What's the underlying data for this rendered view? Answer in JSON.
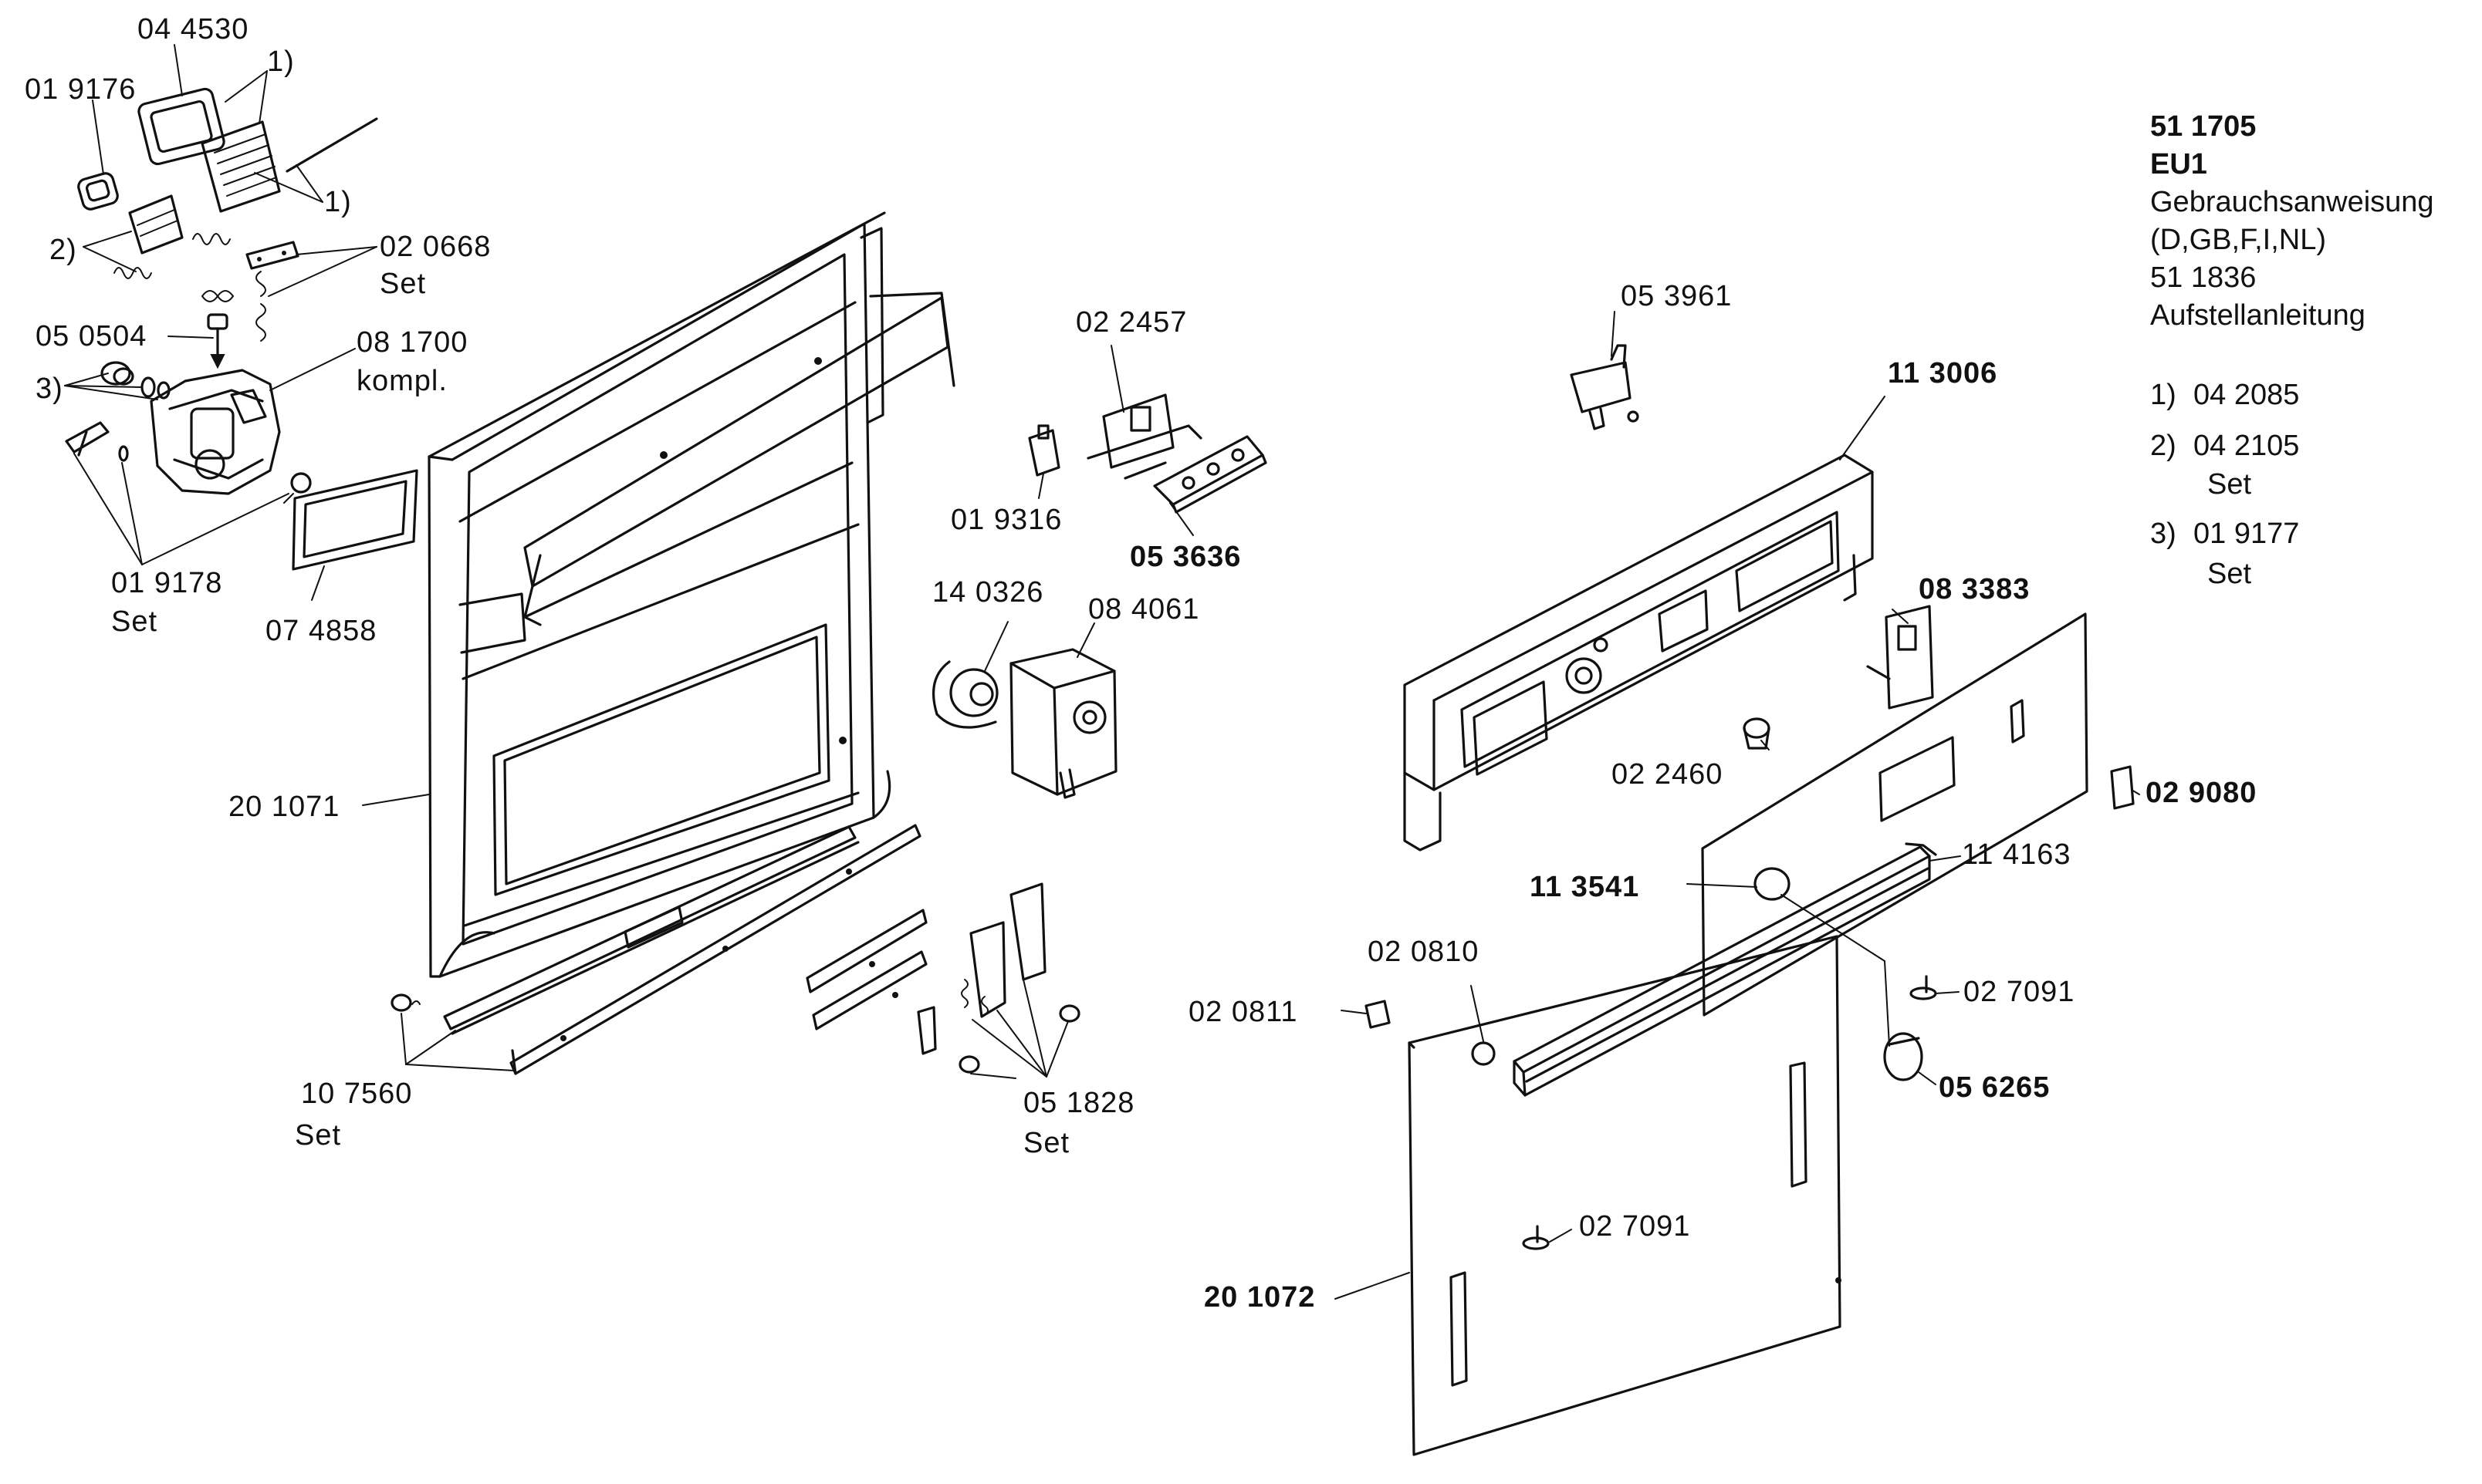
{
  "parts": {
    "p_044530": "04 4530",
    "p_019176": "01 9176",
    "fn1_top": "1)",
    "fn1_mid": "1)",
    "fn2_left": "2)",
    "p_020668": "02 0668",
    "p_020668_set": "Set",
    "p_050504": "05 0504",
    "p_081700": "08 1700",
    "p_081700_kompl": "kompl.",
    "fn3_left": "3)",
    "p_019178": "01 9178",
    "p_019178_set": "Set",
    "p_074858": "07 4858",
    "p_201071": "20 1071",
    "p_107560": "10 7560",
    "p_107560_set": "Set",
    "p_022457": "02 2457",
    "p_019316": "01 9316",
    "p_053636": "05 3636",
    "p_140326": "14 0326",
    "p_084061": "08 4061",
    "p_051828": "05 1828",
    "p_051828_set": "Set",
    "p_053961": "05 3961",
    "p_113006": "11 3006",
    "p_083383": "08 3383",
    "p_022460": "02 2460",
    "p_029080": "02 9080",
    "p_113541": "11 3541",
    "p_114163": "11 4163",
    "p_020810": "02 0810",
    "p_020811": "02 0811",
    "p_027091_a": "02 7091",
    "p_056265": "05 6265",
    "p_027091_b": "02 7091",
    "p_201072": "20 1072"
  },
  "legend": {
    "model_number": "51 1705",
    "model_variant": "EU1",
    "manual_title": "Gebrauchsanweisung",
    "manual_languages": "(D,GB,F,I,NL)",
    "install_number": "51 1836",
    "install_title": "Aufstellanleitung",
    "footnotes": [
      {
        "mark": "1)",
        "part": "04 2085",
        "note": ""
      },
      {
        "mark": "2)",
        "part": "04 2105",
        "note": "Set"
      },
      {
        "mark": "3)",
        "part": "01 9177",
        "note": "Set"
      }
    ]
  }
}
